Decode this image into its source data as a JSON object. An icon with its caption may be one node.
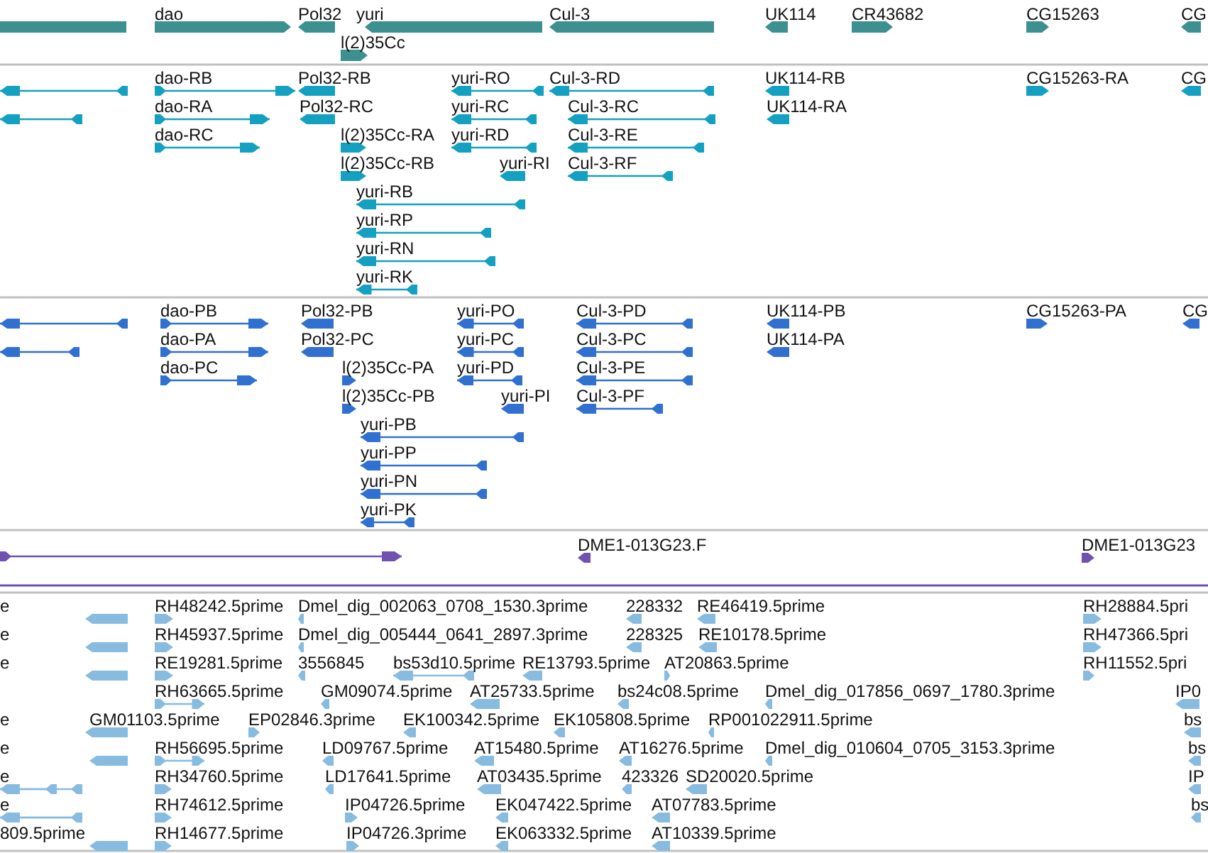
{
  "diagram": {
    "labels": [
      "dao",
      "Pol32",
      "yuri",
      "Cul-3",
      "UK114",
      "CR43682",
      "CG15263",
      "CG",
      "l(2)35Cc",
      "dao-RB",
      "Pol32-RB",
      "yuri-RO",
      "Cul-3-RD",
      "UK114-RB",
      "CG15263-RA",
      "CG",
      "dao-RA",
      "Pol32-RC",
      "yuri-RC",
      "Cul-3-RC",
      "UK114-RA",
      "dao-RC",
      "l(2)35Cc-RA",
      "yuri-RD",
      "Cul-3-RE",
      "l(2)35Cc-RB",
      "yuri-RI",
      "Cul-3-RF",
      "yuri-RB",
      "yuri-RP",
      "yuri-RN",
      "yuri-RK",
      "dao-PB",
      "Pol32-PB",
      "yuri-PO",
      "Cul-3-PD",
      "UK114-PB",
      "CG15263-PA",
      "CG",
      "dao-PA",
      "Pol32-PC",
      "yuri-PC",
      "Cul-3-PC",
      "UK114-PA",
      "dao-PC",
      "l(2)35Cc-PA",
      "yuri-PD",
      "Cul-3-PE",
      "l(2)35Cc-PB",
      "yuri-PI",
      "Cul-3-PF",
      "yuri-PB",
      "yuri-PP",
      "yuri-PN",
      "yuri-PK",
      "DME1-013G23.F",
      "DME1-013G23",
      "e",
      "RH48242.5prime",
      "Dmel_dig_002063_0708_1530.3prime",
      "228332",
      "RE46419.5prime",
      "RH28884.5pri",
      "e",
      "RH45937.5prime",
      "Dmel_dig_005444_0641_2897.3prime",
      "228325",
      "RE10178.5prime",
      "RH47366.5pri",
      "e",
      "RE19281.5prime",
      "3556845",
      "bs53d10.5prime",
      "RE13793.5prime",
      "AT20863.5prime",
      "RH11552.5pri",
      "RH63665.5prime",
      "GM09074.5prime",
      "AT25733.5prime",
      "bs24c08.5prime",
      "Dmel_dig_017856_0697_1780.3prime",
      "IP0",
      "e",
      "GM01103.5prime",
      "EP02846.3prime",
      "EK100342.5prime",
      "EK105808.5prime",
      "RP001022911.5prime",
      "bs",
      "e",
      "RH56695.5prime",
      "LD09767.5prime",
      "AT15480.5prime",
      "AT16276.5prime",
      "Dmel_dig_010604_0705_3153.3prime",
      "bs",
      "e",
      "RH34760.5prime",
      "LD17641.5prime",
      "AT03435.5prime",
      "423326",
      "SD20020.5prime",
      "IP",
      "e",
      "RH74612.5prime",
      "IP04726.5prime",
      "EK047422.5prime",
      "AT07783.5prime",
      "bs",
      "809.5prime",
      "RH14677.5prime",
      "IP04726.3prime",
      "EK063332.5prime",
      "AT10339.5prime"
    ]
  }
}
